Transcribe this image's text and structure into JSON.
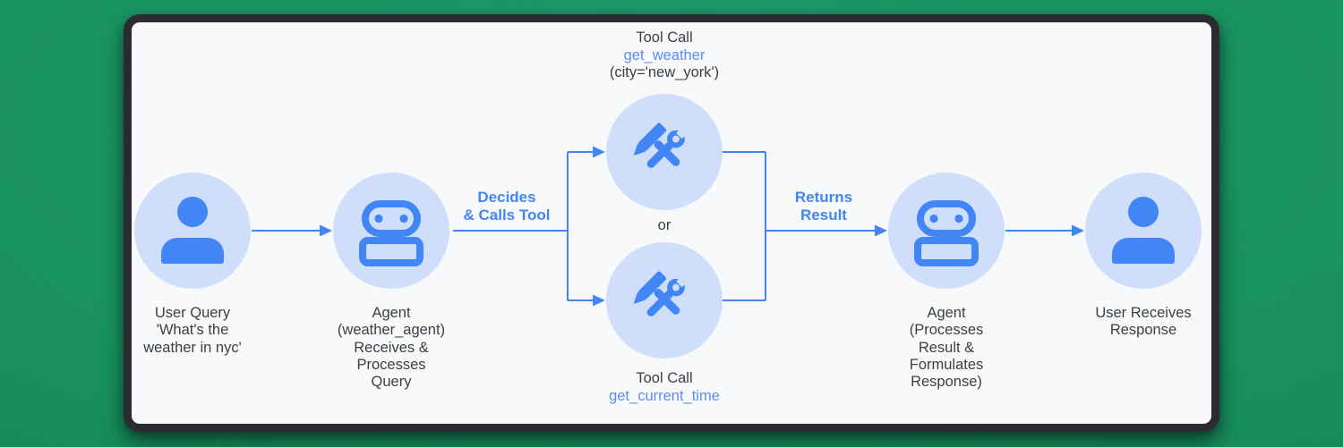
{
  "scene": {
    "background_color": "#17925f",
    "frame_color": "#2b2c31",
    "canvas_color": "#f8f9fa"
  },
  "colors": {
    "accent_blue": "#4285f4",
    "node_fill_light_blue": "#cfdffb",
    "function_name_blue": "#5b8df6",
    "text_dark": "#3c4043"
  },
  "nodes": {
    "user_query": {
      "icon": "person-icon",
      "caption": "User Query\n'What's the\nweather in nyc'"
    },
    "agent_receive": {
      "icon": "robot-icon",
      "caption": "Agent\n(weather_agent)\nReceives &\nProcesses\nQuery"
    },
    "tool_weather": {
      "icon": "tools-icon",
      "title": "Tool Call",
      "function": "get_weather",
      "args": "(city='new_york')"
    },
    "tool_time": {
      "icon": "tools-icon",
      "title": "Tool Call",
      "function": "get_current_time"
    },
    "agent_respond": {
      "icon": "robot-icon",
      "caption": "Agent\n(Processes\nResult &\nFormulates\nResponse)"
    },
    "user_response": {
      "icon": "person-icon",
      "caption": "User Receives\nResponse"
    }
  },
  "edges": {
    "decides_label": "Decides\n& Calls Tool",
    "returns_label": "Returns\nResult",
    "or_label": "or"
  }
}
